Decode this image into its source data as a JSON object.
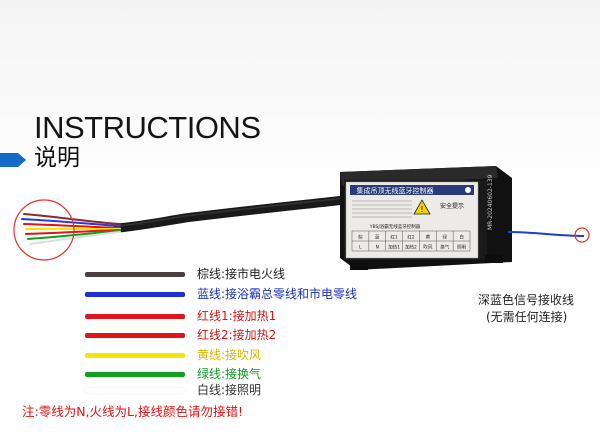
{
  "header": {
    "title": "INSTRUCTIONS",
    "subtitle": "说明"
  },
  "device": {
    "title": "集成吊顶无线蓝牙控制器",
    "side_label": "MR-20240602-139",
    "warning_title": "安全提示",
    "table_title": "YBSJ浴霸无线蓝牙控制器",
    "table_headers": [
      "棕",
      "蓝",
      "红1",
      "红2",
      "黄",
      "绿",
      "白"
    ],
    "table_values": [
      "L",
      "N",
      "加热1",
      "加热2",
      "吹风",
      "换气",
      "照明"
    ]
  },
  "wires": [
    {
      "color": "#4a4040",
      "label_color": "#222222",
      "label": "棕线:接市电火线"
    },
    {
      "color": "#1d2fd6",
      "label_color": "#1a2fc8",
      "label": "蓝线:接浴霸总零线和市电零线"
    },
    {
      "color": "#e2141a",
      "label_color": "#d81414",
      "label": "红线1:接加热1"
    },
    {
      "color": "#e2141a",
      "label_color": "#d81414",
      "label": "红线2:接加热2"
    },
    {
      "color": "#f3e600",
      "label_color": "#d6b800",
      "label": "黄线:接吹风"
    },
    {
      "color": "#10a020",
      "label_color": "#129a22",
      "label": "绿线:接换气"
    },
    {
      "color": "#ffffff",
      "label_color": "#333333",
      "label": "白线:接照明"
    }
  ],
  "signal_wire": {
    "line1": "深蓝色信号接收线",
    "line2": "(无需任何连接)"
  },
  "note": "注:零线为N,火线为L,接线颜色请勿接错!",
  "colors": {
    "accent_blue": "#1569c7",
    "highlight_red": "#e8322a"
  }
}
